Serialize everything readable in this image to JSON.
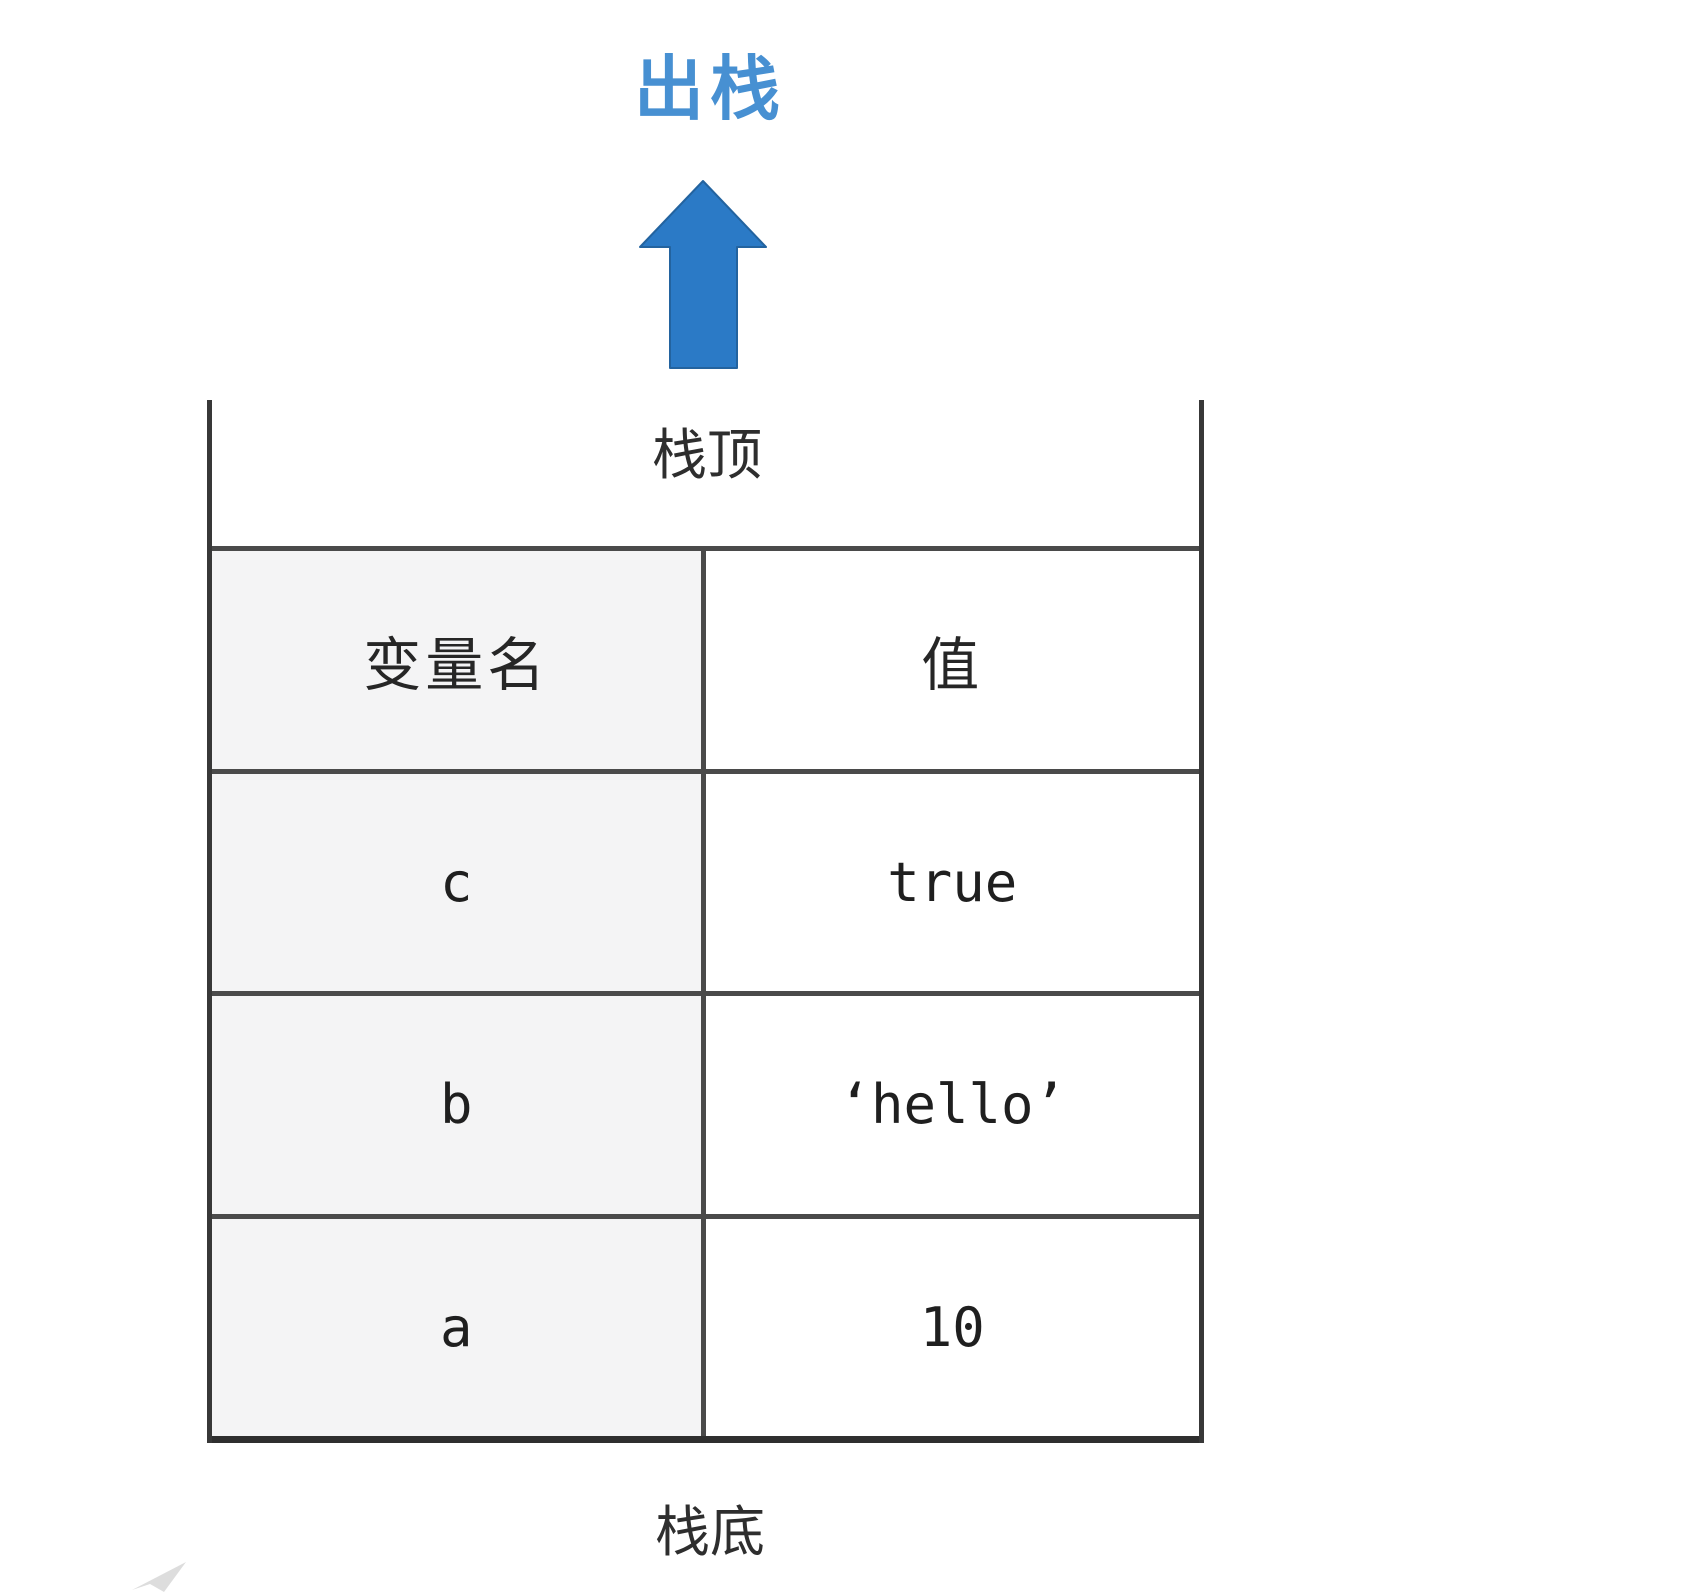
{
  "diagram": {
    "pop_label": "出栈",
    "stack_top_label": "栈顶",
    "stack_bottom_label": "栈底"
  },
  "table": {
    "headers": [
      "变量名",
      "值"
    ],
    "rows": [
      {
        "name": "c",
        "value": "true"
      },
      {
        "name": "b",
        "value": "‘hello’"
      },
      {
        "name": "a",
        "value": "10"
      }
    ]
  },
  "icons": {
    "up_arrow": "up-arrow-icon",
    "cursor_artifact": "cursor-artifact-icon"
  },
  "colors": {
    "accent_blue_text": "#4790d2",
    "arrow_blue": "#2b7ac6",
    "arrow_outline": "#23639f",
    "grid_line": "#4a4a4a",
    "wall": "#383838",
    "table_bottom_border": "#2f2f2f",
    "name_column_bg": "#f4f4f5",
    "text_dark": "#262626"
  }
}
